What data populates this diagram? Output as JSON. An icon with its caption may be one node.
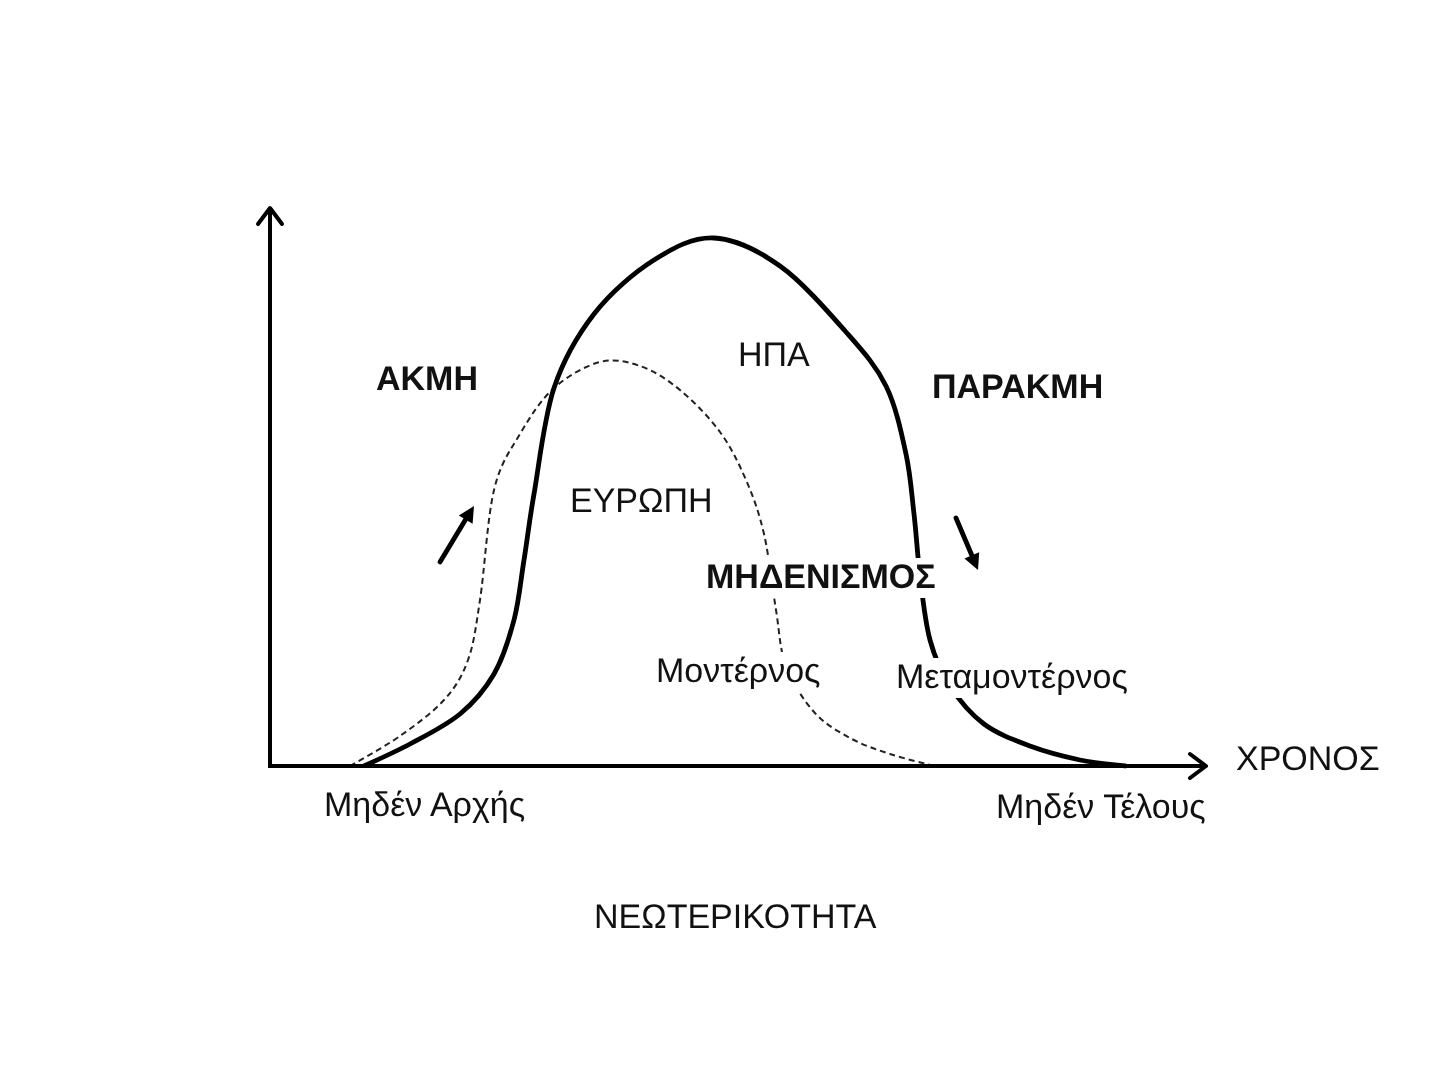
{
  "diagram": {
    "caption": "ΝΕΩΤΕΡΙΚΟΤΗΤΑ",
    "labels": [
      "ΗΠΑ",
      "ΑΚΜΗ",
      "ΠΑΡΑΚΜΗ",
      "ΕΥΡΩΠΗ",
      "ΜΗΔΕΝΙΣΜΟΣ",
      "Μοντέρνος",
      "Μεταμοντέρνος",
      "ΧΡΟΝΟΣ",
      "Μηδέν Αρχής",
      "Μηδέν Τέλους"
    ]
  }
}
